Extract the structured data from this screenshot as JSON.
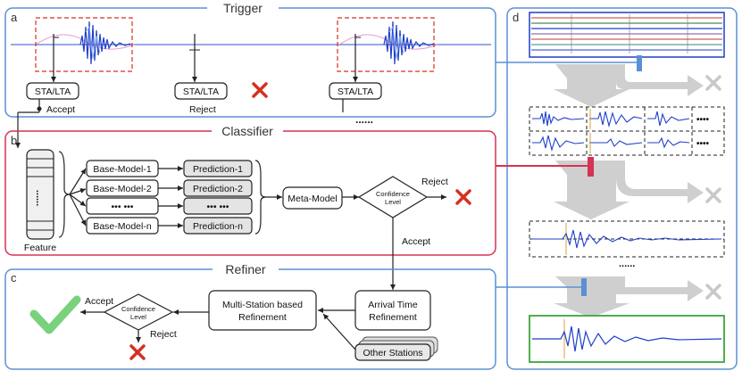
{
  "panels": {
    "trigger": {
      "letter": "a",
      "title": "Trigger"
    },
    "classifier": {
      "letter": "b",
      "title": "Classifier"
    },
    "refiner": {
      "letter": "c",
      "title": "Refiner"
    },
    "side": {
      "letter": "d"
    }
  },
  "trigger": {
    "sta_lta_1": "STA/LTA",
    "sta_lta_2": "STA/LTA",
    "sta_lta_3": "STA/LTA",
    "accept_label": "Accept",
    "reject_label": "Reject",
    "more": "......"
  },
  "classifier": {
    "feature_label": "Feature",
    "feature_dots": "......",
    "base_models": [
      "Base-Model-1",
      "Base-Model-2",
      "••• •••",
      "Base-Model-n"
    ],
    "predictions": [
      "Prediction-1",
      "Prediction-2",
      "••• •••",
      "Prediction-n"
    ],
    "meta_model": "Meta-Model",
    "confidence_line1": "Confidence",
    "confidence_line2": "Level",
    "reject_label": "Reject",
    "accept_label": "Accept"
  },
  "refiner": {
    "multi_station_line1": "Multi-Station based",
    "multi_station_line2": "Refinement",
    "arrival_line1": "Arrival Time",
    "arrival_line2": "Refinement",
    "other_stations": "Other Stations",
    "confidence_line1": "Confidence",
    "confidence_line2": "Level",
    "accept_label": "Accept",
    "reject_label": "Reject"
  },
  "side": {
    "more": "......"
  },
  "colors": {
    "trigger_border": "#5b8fd6",
    "classifier_border": "#d63253",
    "refiner_border": "#5b8fd6",
    "side_border": "#5b8fd6",
    "reject_red": "#d6301f",
    "accept_green": "#7ad17c",
    "waveform_blue": "#1f3fc9",
    "arrow_gray": "#c8c8c8",
    "final_frame_green": "#3aa63a"
  },
  "icons": {
    "reject": "cross-icon",
    "accept": "checkmark-icon",
    "discard": "gray-cross-icon"
  }
}
